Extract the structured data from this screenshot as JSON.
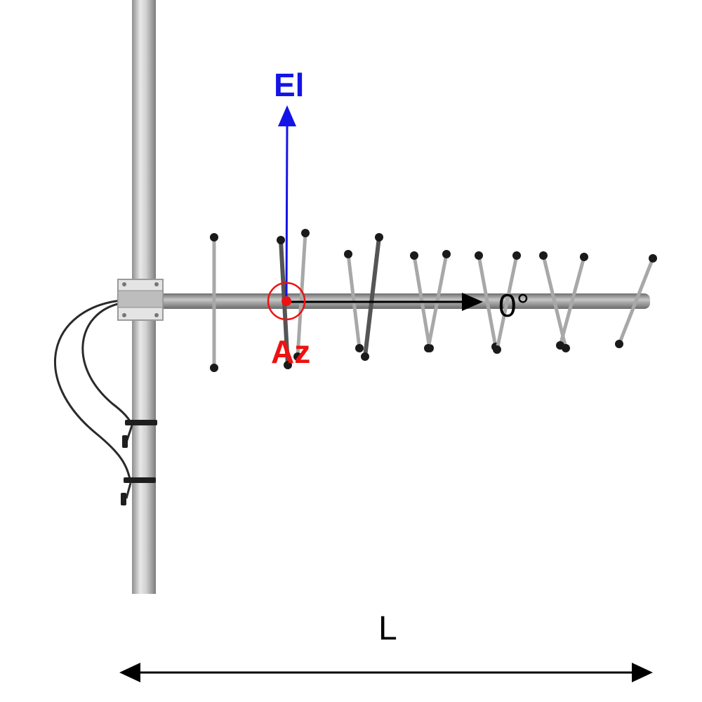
{
  "labels": {
    "elevation": "El",
    "azimuth": "Az",
    "zero_degree": "0°",
    "length": "L"
  },
  "colors": {
    "elevation": "#1414e6",
    "azimuth": "#ee1111",
    "boresight": "#000000",
    "length": "#000000",
    "mast": "#c4c4c4",
    "boom": "#9a9a9a",
    "element": "#a8a8a8",
    "element_tip": "#1a1a1a",
    "cable": "#2a2a2a"
  }
}
